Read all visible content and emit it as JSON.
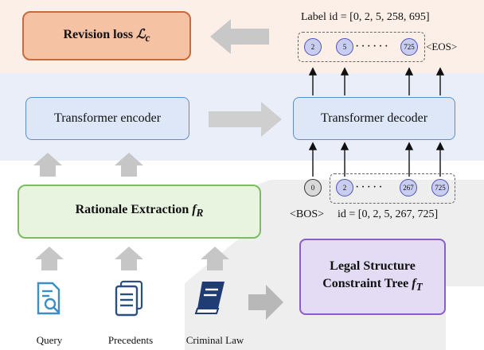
{
  "revision": {
    "text": "Revision loss ",
    "symbol": "ℒ",
    "sub": "c"
  },
  "encoder": {
    "label": "Transformer encoder"
  },
  "decoder": {
    "label": "Transformer decoder"
  },
  "rationale": {
    "text": "Rationale Extraction ",
    "symbol": "f",
    "sub": "R"
  },
  "tree": {
    "line1": "Legal Structure",
    "line2": "Constraint Tree ",
    "symbol": "f",
    "sub": "T"
  },
  "output_label": "Label id = [0, 2, 5, 258, 695]",
  "output_tokens": {
    "t1": "2",
    "t2": "5",
    "t3": "725",
    "eos": "<EOS>",
    "dots": "······"
  },
  "input_tokens": {
    "bos_token": "0",
    "t1": "2",
    "t2": "267",
    "t3": "725",
    "dots": "·····"
  },
  "input_label": {
    "bos": "<BOS>",
    "id": "id = [0, 2, 5, 267, 725]"
  },
  "inputs": {
    "query": "Query",
    "precedents": "Precedents",
    "criminal_law": "Criminal Law"
  }
}
